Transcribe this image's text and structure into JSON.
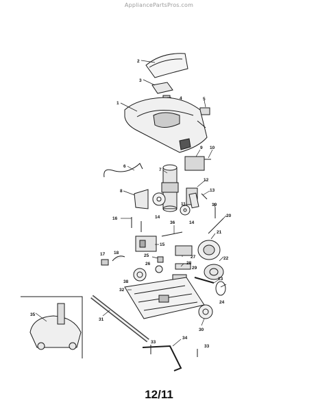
{
  "watermark": "AppliancePartsPros.com",
  "page_number": "12/11",
  "callouts": [
    "2",
    "3",
    "4",
    "5",
    "1",
    "6",
    "9",
    "10",
    "7",
    "12",
    "8",
    "13",
    "11",
    "14",
    "14",
    "19",
    "16",
    "20",
    "36",
    "21",
    "15",
    "17",
    "18",
    "25",
    "27",
    "22",
    "26",
    "28",
    "38",
    "29",
    "23",
    "32",
    "24",
    "35",
    "31",
    "30",
    "34",
    "33",
    "33"
  ]
}
